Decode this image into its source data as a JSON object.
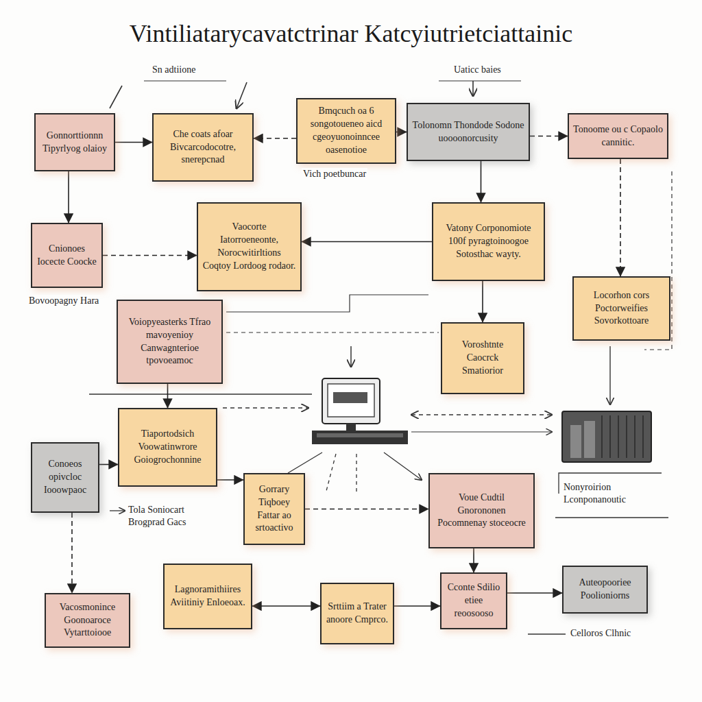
{
  "diagram": {
    "title": "Vintiliatarycavatctrinar Katcyiutrietciattainic",
    "nodes": [
      {
        "text": [
          "Gonnorttionnn Tipyrlyog olaioy"
        ]
      },
      {
        "text": [
          "Che coats afoar Bivcarcodocotre, snerepcnad"
        ]
      },
      {
        "text": [
          "Bmqcuch oa 6 songotoueneo aicd cgeoyuonoinncee oasenotioe"
        ]
      },
      {
        "text": [
          "Tolonomn Thondode Sodone uoooonorcusity"
        ]
      },
      {
        "text": [
          "Tonoome ou c Copaolo cannitic."
        ]
      },
      {
        "text": [
          "Cnionoes Iocecte Coocke"
        ]
      },
      {
        "text": [
          "Vaocorte Iatorroeneonte, Norocwitirltions Coqtoy Lordoog rodaor."
        ]
      },
      {
        "text": [
          "Vatony Corponomiote 100f pyragtoinoogoe Sotosthac wayty."
        ]
      },
      {
        "text": [
          "Locorhon cors Poctorweifies Sovorkottoare"
        ]
      },
      {
        "text": [
          "Voiopyeasterks Tfrao mavoyenioy Canwagnterioe tpovoeamoc"
        ]
      },
      {
        "text": [
          "Voroshtnte Caocrck Smatiorior"
        ]
      },
      {
        "text": [
          "Tiaportodsich Voowatinwrore Goiogrochonnine"
        ]
      },
      {
        "text": [
          "Conoeos opivcloc Iooowpaoc"
        ]
      },
      {
        "text": [
          "Gorrary Tiqboey Fattar ao srtoactivo"
        ]
      },
      {
        "text": [
          "Voue Cudtil Gnorononen Pocomnenay stoceocre"
        ]
      },
      {
        "text": [
          "Vacosmonince Goonoaroce Vytarttoiooe"
        ]
      },
      {
        "text": [
          "Lagnoramithiires Aviitiniy Enloeoax."
        ]
      },
      {
        "text": [
          "Srttiim a Trater anoore Cmprco."
        ]
      },
      {
        "text": [
          "Cconte Sdilio etiee reoosooso"
        ]
      },
      {
        "text": [
          "Auteopooriee Poolioniorns"
        ]
      }
    ],
    "edges": [
      {
        "from": 0,
        "to": 1,
        "arrow": "to"
      },
      {
        "from": 2,
        "to": 1,
        "arrow": "to"
      },
      {
        "from": 2,
        "to": 3,
        "arrow": "to"
      },
      {
        "from": 3,
        "to": 4,
        "arrow": "to"
      },
      {
        "from": 0,
        "to": 5,
        "arrow": "to"
      },
      {
        "from": 5,
        "to": 6,
        "arrow": "to"
      },
      {
        "from": 7,
        "to": 6,
        "arrow": "to"
      },
      {
        "from": 3,
        "to": 7,
        "arrow": "to"
      },
      {
        "from": 4,
        "to": 8,
        "arrow": "to"
      },
      {
        "from": 7,
        "to": 10,
        "arrow": "to"
      },
      {
        "from": 9,
        "to": 11,
        "arrow": "to"
      },
      {
        "from": 12,
        "to": 11,
        "arrow": "to"
      },
      {
        "from": 11,
        "to": 13,
        "arrow": "to"
      },
      {
        "from": 13,
        "to": 14,
        "arrow": "to"
      },
      {
        "from": 12,
        "to": 15,
        "arrow": "to"
      },
      {
        "from": 16,
        "to": 17,
        "arrow": "both"
      },
      {
        "from": 17,
        "to": 18,
        "arrow": "to"
      },
      {
        "from": 18,
        "to": 19,
        "arrow": "to"
      },
      {
        "from": 14,
        "to": 18,
        "arrow": "to"
      }
    ],
    "labels": [
      "Sn adtiione",
      "Uaticc baies",
      "Vich poetbuncar",
      "Bovoopagny Hara",
      "Tola Soniocart Brogprad Gacs",
      "Nonyroirion Lconponanoutic",
      "Celloros Clhnic"
    ]
  }
}
